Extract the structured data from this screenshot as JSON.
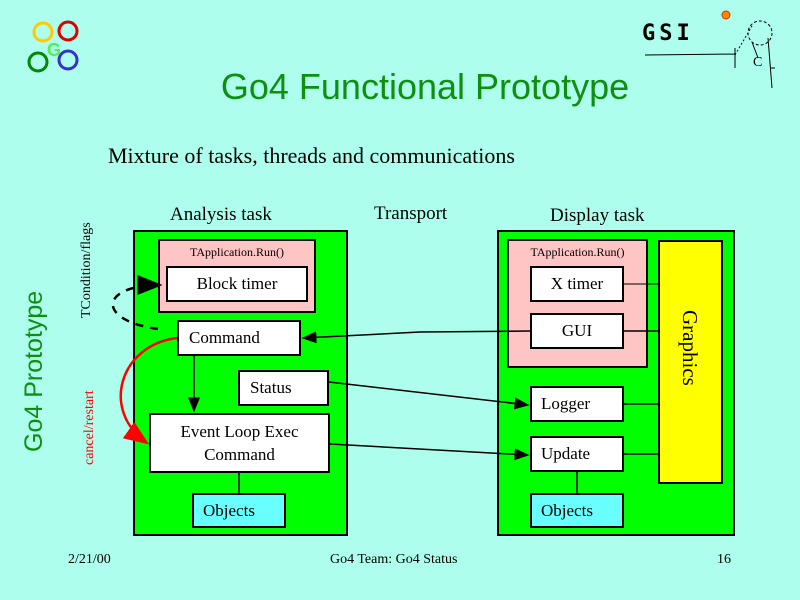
{
  "slide": {
    "title": "Go4 Functional Prototype",
    "subtitle": "Mixture of tasks, threads and communications",
    "side_title": "Go4 Prototype",
    "colors": {
      "background": "#aefeee",
      "title": "#0f8f0f",
      "task": "#00ff00",
      "app": "#ffc4c4",
      "objects": "#6affff",
      "graphics": "#ffff00",
      "cancel": "#ff0000"
    }
  },
  "logos": {
    "go4": "Go4 logo",
    "gsi": "GSI"
  },
  "diagram": {
    "analysis": {
      "heading": "Analysis task",
      "app_label": "TApplication.Run()",
      "block_timer": "Block timer",
      "command": "Command",
      "status": "Status",
      "event_loop_line1": "Event Loop  Exec",
      "event_loop_line2": "Command",
      "objects": "Objects"
    },
    "transport": "Transport",
    "display": {
      "heading": "Display task",
      "app_label": "TApplication.Run()",
      "x_timer": "X timer",
      "gui": "GUI",
      "logger": "Logger",
      "update": "Update",
      "objects": "Objects",
      "graphics": "Graphics"
    },
    "condition_label": "TCondition/flags",
    "cancel_label": "cancel/restart"
  },
  "footer": {
    "date": "2/21/00",
    "center": "Go4 Team: Go4 Status",
    "page": "16"
  }
}
